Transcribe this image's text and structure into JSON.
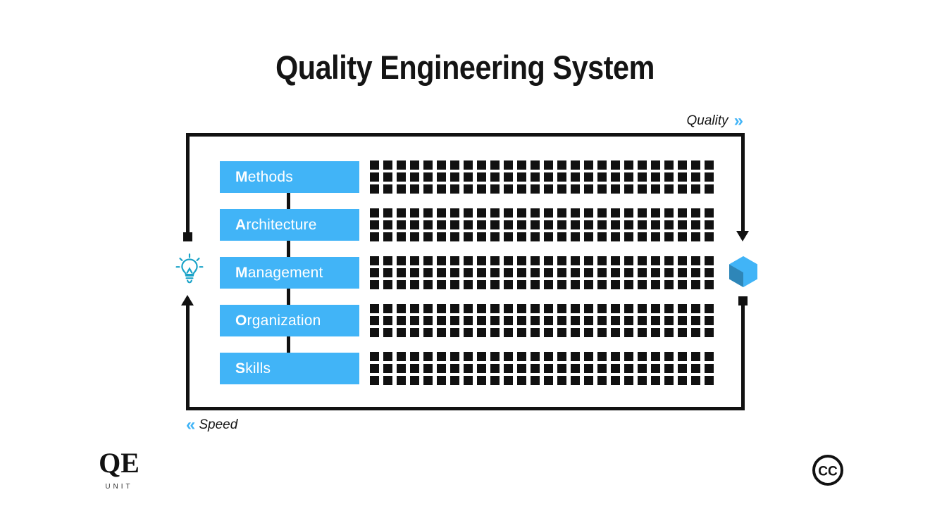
{
  "page": {
    "title": "Quality Engineering System",
    "background_color": "#ffffff",
    "accent_color": "#41B4F7",
    "ink_color": "#111111"
  },
  "flow": {
    "quality": {
      "label": "Quality",
      "chevron": "»",
      "chevron_icon_name": "double-chevron-right-icon",
      "direction": "right"
    },
    "speed": {
      "label": "Speed",
      "chevron": "«",
      "chevron_icon_name": "double-chevron-left-icon",
      "direction": "left"
    },
    "input_icon": "lightbulb-icon",
    "output_icon": "cube-icon"
  },
  "pillars": [
    {
      "initial": "M",
      "rest": "ethods",
      "full": "Methods",
      "grid_columns": 26,
      "grid_rows": 3
    },
    {
      "initial": "A",
      "rest": "rchitecture",
      "full": "Architecture",
      "grid_columns": 26,
      "grid_rows": 3
    },
    {
      "initial": "M",
      "rest": "anagement",
      "full": "Management",
      "grid_columns": 26,
      "grid_rows": 3
    },
    {
      "initial": "O",
      "rest": "rganization",
      "full": "Organization",
      "grid_columns": 26,
      "grid_rows": 3
    },
    {
      "initial": "S",
      "rest": "kills",
      "full": "Skills",
      "grid_columns": 26,
      "grid_rows": 3
    }
  ],
  "footer": {
    "logo_mark": "QE",
    "logo_sub": "UNIT",
    "license_mark": "CC",
    "license_icon_name": "creative-commons-icon"
  }
}
